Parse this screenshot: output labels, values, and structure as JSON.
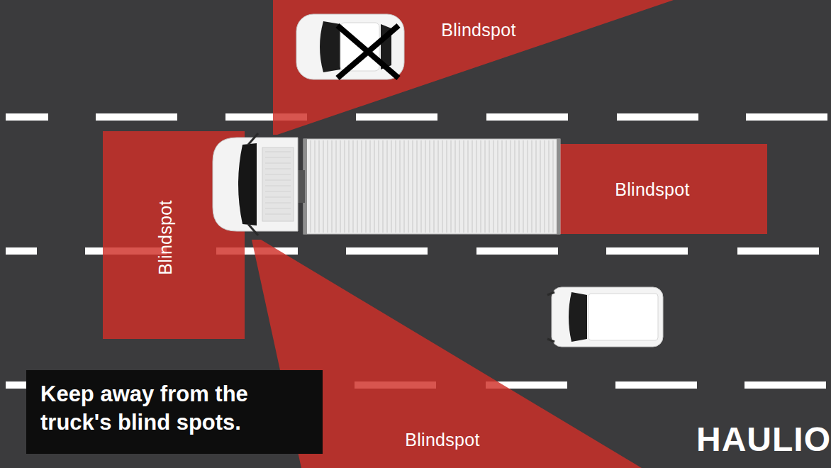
{
  "diagram": {
    "caption": "Keep away from the truck's blind spots.",
    "nodes": [
      {
        "text": [
          "Blindspot"
        ]
      },
      {
        "text": [
          "Blindspot"
        ]
      },
      {
        "text": [
          "Blindspot"
        ]
      },
      {
        "text": [
          "Blindspot"
        ]
      }
    ],
    "labels": [
      "HAULIO"
    ]
  }
}
